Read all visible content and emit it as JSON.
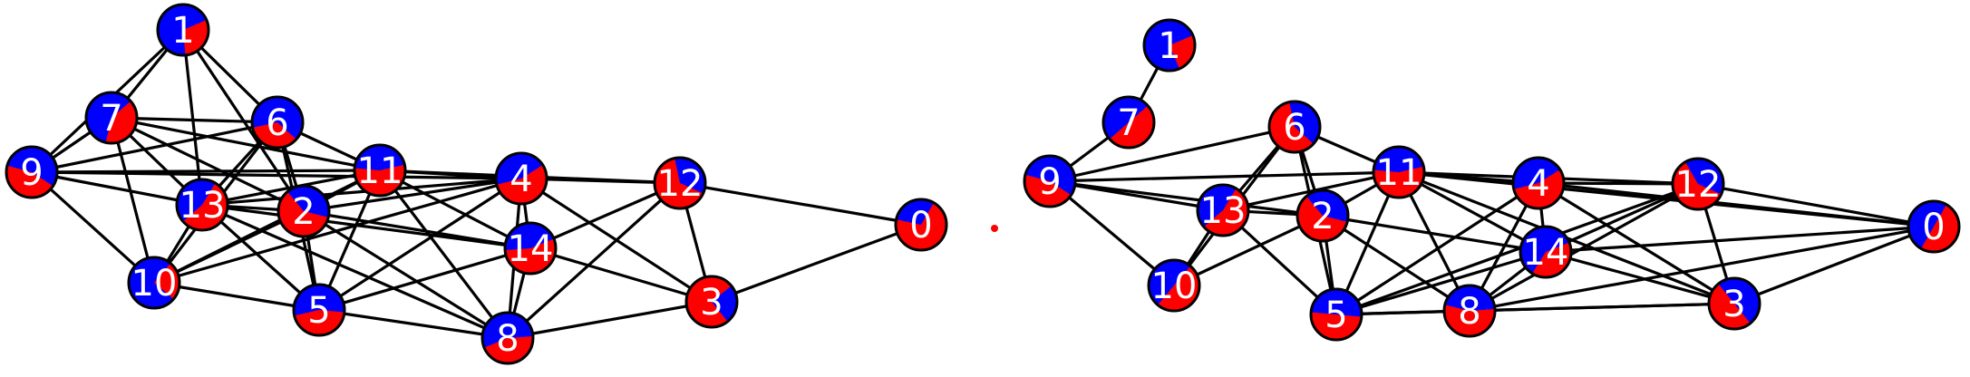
{
  "colors": {
    "red": "#ff0000",
    "blue": "#0000ff",
    "edge": "#000000",
    "outline": "#000000"
  },
  "graphs": [
    {
      "id": "left",
      "nodes": [
        {
          "label": "0",
          "red_fraction": 0.7
        },
        {
          "label": "1",
          "red_fraction": 0.3
        },
        {
          "label": "2",
          "red_fraction": 0.6
        },
        {
          "label": "3",
          "red_fraction": 0.75
        },
        {
          "label": "4",
          "red_fraction": 0.55
        },
        {
          "label": "5",
          "red_fraction": 0.45
        },
        {
          "label": "6",
          "red_fraction": 0.35
        },
        {
          "label": "7",
          "red_fraction": 0.4
        },
        {
          "label": "8",
          "red_fraction": 0.45
        },
        {
          "label": "9",
          "red_fraction": 0.45
        },
        {
          "label": "10",
          "red_fraction": 0.25
        },
        {
          "label": "11",
          "red_fraction": 0.55
        },
        {
          "label": "12",
          "red_fraction": 0.65
        },
        {
          "label": "13",
          "red_fraction": 0.55
        },
        {
          "label": "14",
          "red_fraction": 0.55
        }
      ],
      "edges": [
        [
          "1",
          "7"
        ],
        [
          "1",
          "9"
        ],
        [
          "1",
          "6"
        ],
        [
          "1",
          "13"
        ],
        [
          "1",
          "2"
        ],
        [
          "7",
          "9"
        ],
        [
          "7",
          "6"
        ],
        [
          "7",
          "11"
        ],
        [
          "7",
          "13"
        ],
        [
          "7",
          "10"
        ],
        [
          "7",
          "2"
        ],
        [
          "9",
          "6"
        ],
        [
          "9",
          "13"
        ],
        [
          "9",
          "11"
        ],
        [
          "9",
          "10"
        ],
        [
          "9",
          "4"
        ],
        [
          "6",
          "13"
        ],
        [
          "6",
          "10"
        ],
        [
          "6",
          "2"
        ],
        [
          "6",
          "11"
        ],
        [
          "6",
          "5"
        ],
        [
          "13",
          "11"
        ],
        [
          "13",
          "2"
        ],
        [
          "13",
          "10"
        ],
        [
          "13",
          "5"
        ],
        [
          "13",
          "4"
        ],
        [
          "13",
          "14"
        ],
        [
          "13",
          "8"
        ],
        [
          "10",
          "2"
        ],
        [
          "10",
          "11"
        ],
        [
          "10",
          "5"
        ],
        [
          "10",
          "4"
        ],
        [
          "2",
          "11"
        ],
        [
          "2",
          "4"
        ],
        [
          "2",
          "5"
        ],
        [
          "2",
          "14"
        ],
        [
          "2",
          "8"
        ],
        [
          "11",
          "4"
        ],
        [
          "11",
          "14"
        ],
        [
          "11",
          "5"
        ],
        [
          "11",
          "12"
        ],
        [
          "11",
          "8"
        ],
        [
          "4",
          "14"
        ],
        [
          "4",
          "5"
        ],
        [
          "4",
          "8"
        ],
        [
          "4",
          "3"
        ],
        [
          "4",
          "12"
        ],
        [
          "14",
          "12"
        ],
        [
          "14",
          "5"
        ],
        [
          "14",
          "3"
        ],
        [
          "14",
          "8"
        ],
        [
          "12",
          "3"
        ],
        [
          "12",
          "0"
        ],
        [
          "12",
          "8"
        ],
        [
          "5",
          "8"
        ],
        [
          "8",
          "3"
        ],
        [
          "3",
          "0"
        ]
      ]
    },
    {
      "id": "right",
      "nodes": [
        {
          "label": "0",
          "red_fraction": 0.5
        },
        {
          "label": "1",
          "red_fraction": 0.25
        },
        {
          "label": "2",
          "red_fraction": 0.6
        },
        {
          "label": "3",
          "red_fraction": 0.5
        },
        {
          "label": "4",
          "red_fraction": 0.55
        },
        {
          "label": "5",
          "red_fraction": 0.5
        },
        {
          "label": "6",
          "red_fraction": 0.6
        },
        {
          "label": "7",
          "red_fraction": 0.5
        },
        {
          "label": "8",
          "red_fraction": 0.55
        },
        {
          "label": "9",
          "red_fraction": 0.45
        },
        {
          "label": "10",
          "red_fraction": 0.5
        },
        {
          "label": "11",
          "red_fraction": 0.55
        },
        {
          "label": "12",
          "red_fraction": 0.6
        },
        {
          "label": "13",
          "red_fraction": 0.55
        },
        {
          "label": "14",
          "red_fraction": 0.4
        }
      ],
      "edges": [
        [
          "1",
          "7"
        ],
        [
          "7",
          "9"
        ],
        [
          "9",
          "6"
        ],
        [
          "9",
          "13"
        ],
        [
          "9",
          "2"
        ],
        [
          "9",
          "10"
        ],
        [
          "9",
          "11"
        ],
        [
          "6",
          "13"
        ],
        [
          "6",
          "10"
        ],
        [
          "6",
          "2"
        ],
        [
          "6",
          "5"
        ],
        [
          "6",
          "11"
        ],
        [
          "13",
          "2"
        ],
        [
          "13",
          "11"
        ],
        [
          "13",
          "5"
        ],
        [
          "13",
          "10"
        ],
        [
          "10",
          "2"
        ],
        [
          "2",
          "5"
        ],
        [
          "2",
          "11"
        ],
        [
          "2",
          "8"
        ],
        [
          "2",
          "14"
        ],
        [
          "11",
          "4"
        ],
        [
          "11",
          "12"
        ],
        [
          "11",
          "5"
        ],
        [
          "11",
          "8"
        ],
        [
          "11",
          "14"
        ],
        [
          "11",
          "0"
        ],
        [
          "11",
          "3"
        ],
        [
          "4",
          "12"
        ],
        [
          "4",
          "14"
        ],
        [
          "4",
          "8"
        ],
        [
          "4",
          "5"
        ],
        [
          "4",
          "3"
        ],
        [
          "4",
          "0"
        ],
        [
          "12",
          "14"
        ],
        [
          "12",
          "5"
        ],
        [
          "12",
          "8"
        ],
        [
          "12",
          "3"
        ],
        [
          "12",
          "0"
        ],
        [
          "14",
          "5"
        ],
        [
          "14",
          "8"
        ],
        [
          "14",
          "3"
        ],
        [
          "14",
          "0"
        ],
        [
          "5",
          "8"
        ],
        [
          "5",
          "3"
        ],
        [
          "8",
          "3"
        ],
        [
          "8",
          "0"
        ],
        [
          "3",
          "0"
        ]
      ]
    }
  ]
}
